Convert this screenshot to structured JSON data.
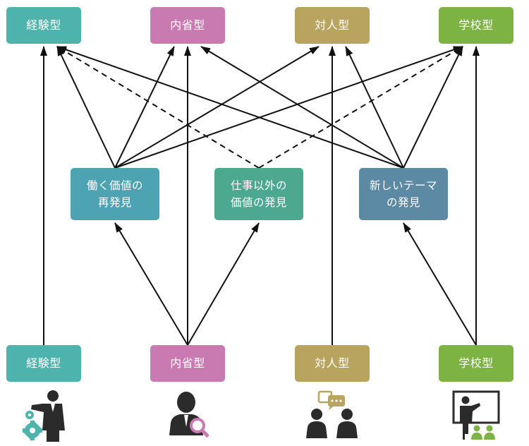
{
  "top_row": [
    {
      "id": "keiken",
      "label": "経験型"
    },
    {
      "id": "naisei",
      "label": "内省型"
    },
    {
      "id": "taijin",
      "label": "対人型"
    },
    {
      "id": "gakko",
      "label": "学校型"
    }
  ],
  "middle_row": [
    {
      "id": "m1",
      "lines": [
        "働く価値の",
        "再発見"
      ]
    },
    {
      "id": "m2",
      "lines": [
        "仕事以外の",
        "価値の発見"
      ]
    },
    {
      "id": "m3",
      "lines": [
        "新しいテーマ",
        "の発見"
      ]
    }
  ],
  "bottom_row": [
    {
      "id": "keiken",
      "label": "経験型",
      "icon": "presenter-with-gears-icon"
    },
    {
      "id": "naisei",
      "label": "内省型",
      "icon": "person-with-magnifier-icon"
    },
    {
      "id": "taijin",
      "label": "対人型",
      "icon": "two-people-talking-icon"
    },
    {
      "id": "gakko",
      "label": "学校型",
      "icon": "teacher-at-board-icon"
    }
  ],
  "colors": {
    "keiken": "#4fb3ad",
    "naisei": "#c97ab1",
    "taijin": "#b8a45f",
    "gakko": "#7db343",
    "m1": "#4ea3b3",
    "m2": "#4ca88e",
    "m3": "#5c89a4",
    "arrow": "#111111"
  },
  "connections": [
    {
      "from": "bottom.keiken",
      "to": "top.keiken",
      "style": "solid"
    },
    {
      "from": "bottom.naisei",
      "to": "top.naisei",
      "style": "solid"
    },
    {
      "from": "bottom.taijin",
      "to": "top.taijin",
      "style": "solid"
    },
    {
      "from": "bottom.gakko",
      "to": "top.gakko",
      "style": "solid"
    },
    {
      "from": "bottom.naisei",
      "to": "middle.m1",
      "style": "solid"
    },
    {
      "from": "bottom.naisei",
      "to": "middle.m2",
      "style": "solid"
    },
    {
      "from": "bottom.gakko",
      "to": "middle.m3",
      "style": "solid"
    },
    {
      "from": "middle.m1",
      "to": "top.keiken",
      "style": "solid"
    },
    {
      "from": "middle.m1",
      "to": "top.naisei",
      "style": "solid"
    },
    {
      "from": "middle.m1",
      "to": "top.taijin",
      "style": "solid"
    },
    {
      "from": "middle.m1",
      "to": "top.gakko",
      "style": "solid"
    },
    {
      "from": "middle.m2",
      "to": "top.keiken",
      "style": "dashed"
    },
    {
      "from": "middle.m2",
      "to": "top.gakko",
      "style": "dashed"
    },
    {
      "from": "middle.m3",
      "to": "top.keiken",
      "style": "solid"
    },
    {
      "from": "middle.m3",
      "to": "top.naisei",
      "style": "solid"
    },
    {
      "from": "middle.m3",
      "to": "top.taijin",
      "style": "solid"
    },
    {
      "from": "middle.m3",
      "to": "top.gakko",
      "style": "solid"
    }
  ]
}
